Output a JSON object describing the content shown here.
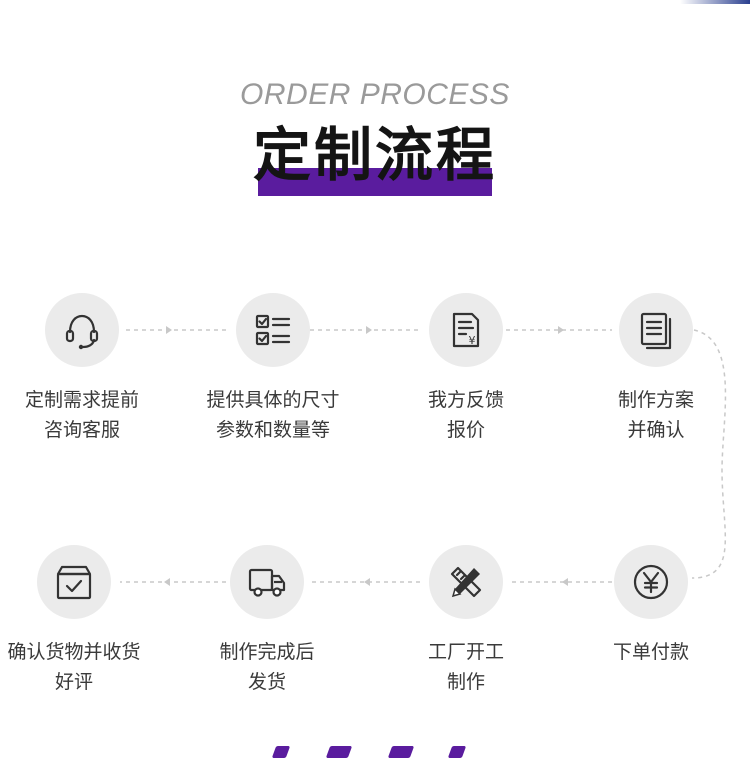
{
  "header": {
    "english_title": "ORDER PROCESS",
    "chinese_title": "定制流程"
  },
  "steps": [
    {
      "icon": "headset-icon",
      "line1": "定制需求提前",
      "line2": "咨询客服"
    },
    {
      "icon": "checklist-icon",
      "line1": "提供具体的尺寸",
      "line2": "参数和数量等"
    },
    {
      "icon": "price-document-icon",
      "line1": "我方反馈",
      "line2": "报价"
    },
    {
      "icon": "document-stack-icon",
      "line1": "制作方案",
      "line2": "并确认"
    },
    {
      "icon": "yen-coin-icon",
      "line1": "下单付款",
      "line2": ""
    },
    {
      "icon": "pencil-ruler-icon",
      "line1": "工厂开工",
      "line2": "制作"
    },
    {
      "icon": "truck-icon",
      "line1": "制作完成后",
      "line2": "发货"
    },
    {
      "icon": "box-check-icon",
      "line1": "确认货物并收货",
      "line2": "好评"
    }
  ],
  "colors": {
    "accent": "#5a1c9e",
    "circle": "#ebebeb",
    "icon": "#333333",
    "connector": "#c8c8c8"
  }
}
